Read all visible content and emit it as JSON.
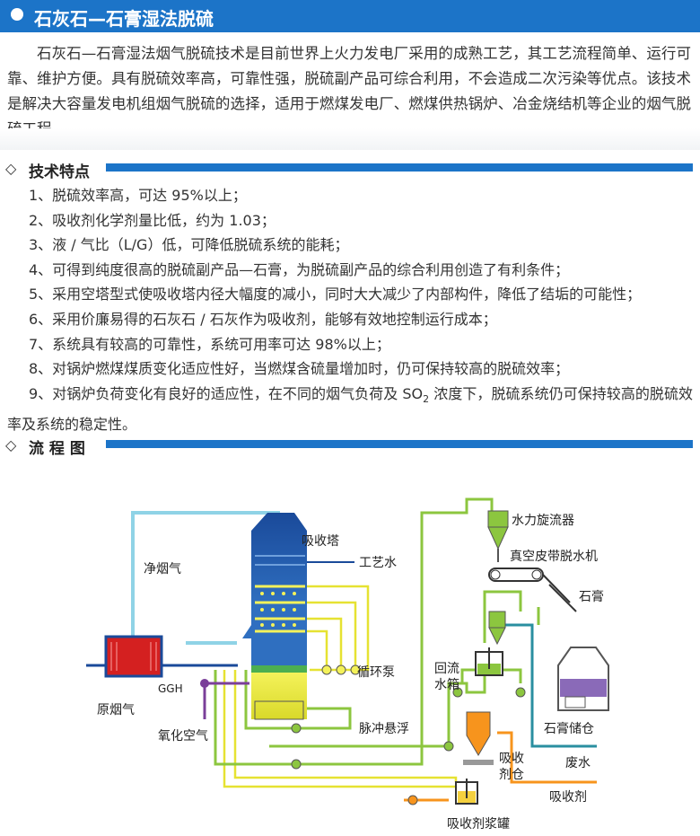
{
  "header": {
    "title": "石灰石—石膏湿法脱硫"
  },
  "intro": "石灰石—石膏湿法烟气脱硫技术是目前世界上火力发电厂采用的成熟工艺，其工艺流程简单、运行可靠、维护方便。具有脱硫效率高，可靠性强，脱硫副产品可综合利用，不会造成二次污染等优点。该技术是解决大容量发电机组烟气脱硫的选择，适用于燃煤发电厂、燃煤供热锅炉、冶金烧结机等企业的烟气脱硫工程。",
  "sections": {
    "features_title": "技术特点",
    "flow_title": "流 程 图"
  },
  "features": [
    "1、脱硫效率高，可达 95%以上；",
    "2、吸收剂化学剂量比低，约为 1.03；",
    "3、液 / 气比（L/G）低，可降低脱硫系统的能耗；",
    "4、可得到纯度很高的脱硫副产品—石膏，为脱硫副产品的综合利用创造了有利条件；",
    "5、采用空塔型式使吸收塔内径大幅度的减小，同时大大减少了内部构件，降低了结垢的可能性；",
    "6、采用价廉易得的石灰石 / 石灰作为吸收剂，能够有效地控制运行成本；",
    "7、系统具有较高的可靠性，系统可用率可达 98%以上；",
    "8、对锅炉燃煤煤质变化适应性好，当燃煤含硫量增加时，仍可保持较高的脱硫效率；"
  ],
  "feature9": {
    "before": "9、对锅炉负荷变化有良好的适应性，在不同的烟气负荷及 SO",
    "sub": "2",
    "after": " 浓度下，脱硫系统仍可保持较高的脱硫效率及系统的稳定性。"
  },
  "diagram": {
    "absorber": "吸收塔",
    "process_water": "工艺水",
    "clean_gas": "净烟气",
    "ggh": "GGH",
    "raw_gas": "原烟气",
    "circ_pump": "循环泵",
    "oxidation_air": "氧化空气",
    "pulse_suspension": "脉冲悬浮",
    "hydrocyclone": "水力旋流器",
    "vacuum_belt": "真空皮带脱水机",
    "gypsum": "石膏",
    "reflux_1": "回流",
    "reflux_2": "水箱",
    "gypsum_silo": "石膏储仓",
    "absorbent_silo_1": "吸收",
    "absorbent_silo_2": "剂仓",
    "waste_water": "废水",
    "absorbent": "吸收剂",
    "slurry_tank": "吸收剂浆罐"
  },
  "colors": {
    "accent_blue": "#1c74c8",
    "flue_gas_line": "#8fd3e6",
    "circulation_line": "#e6e232",
    "slurry_line": "#8cc63f",
    "absorbent_line": "#f7941d",
    "waste_line": "#2a8fa0",
    "air_line": "#7a3f99"
  }
}
